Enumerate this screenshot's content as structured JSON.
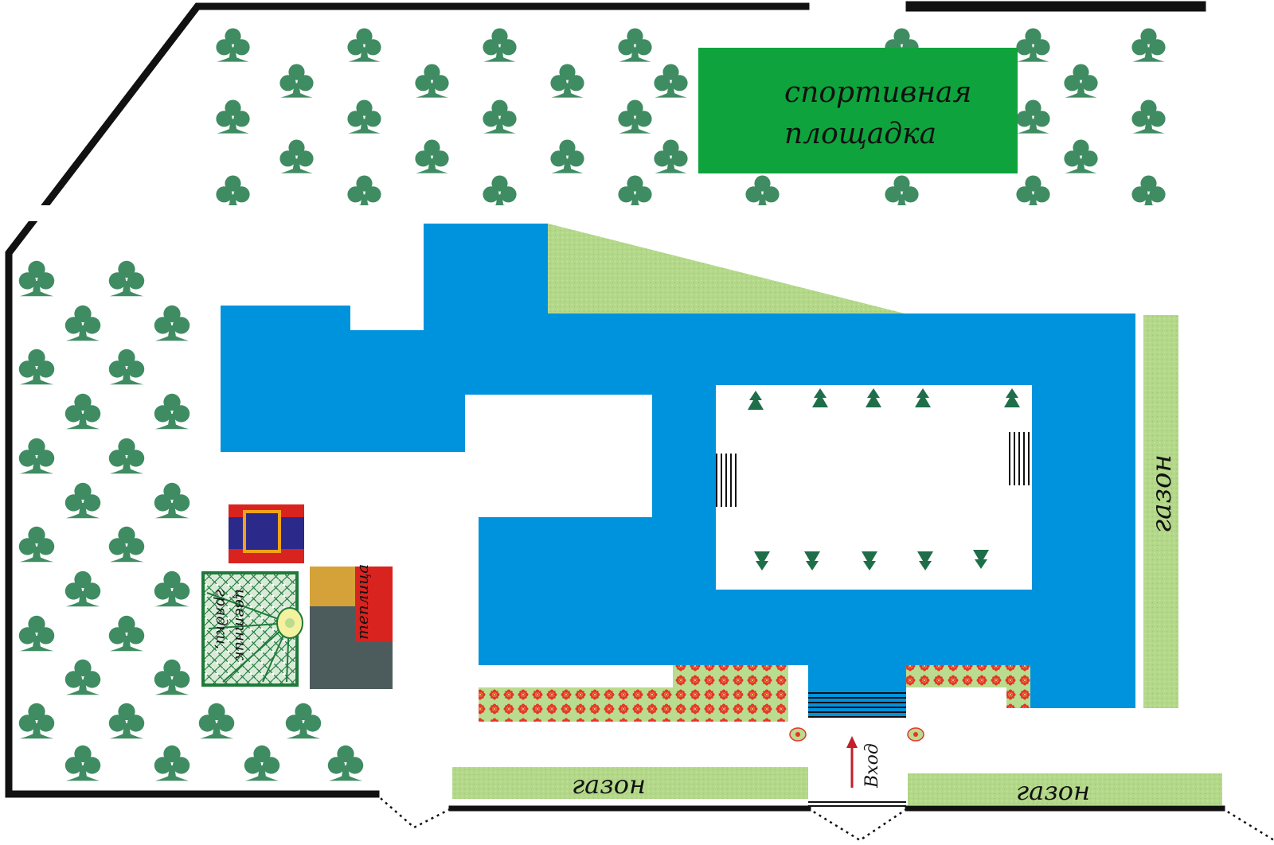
{
  "labels": {
    "sports_ground_line1": "спортивная",
    "sports_ground_line2": "площадка",
    "lawn_right": "газон",
    "lawn_bottom_left": "газон",
    "lawn_bottom_right": "газон",
    "greenhouse": "теплица",
    "beds_line1": "грядки,",
    "beds_line2": "цветник",
    "entrance": "Вход"
  },
  "colors": {
    "fence": "#111111",
    "trees": "#3f8c62",
    "building": "#0093dd",
    "sports_ground": "#0ea33c",
    "lawn": "#b4d88a",
    "flowerbed_bg": "#b9dc8e",
    "flower": "#e8322a",
    "greenhouse_top": "#d5a23a",
    "greenhouse_body": "#4c5c5c",
    "greenhouse_sign": "#d9231f",
    "plot_red": "#d9231f",
    "plot_blue": "#2b2a8a",
    "plot_gold": "#f2a21a",
    "beds_frame": "#1f7a3a",
    "entrance_arrow": "#c2202a"
  },
  "icons": [
    "tree-icon",
    "conifer-icon",
    "flower-icon",
    "arrow-up-icon"
  ]
}
